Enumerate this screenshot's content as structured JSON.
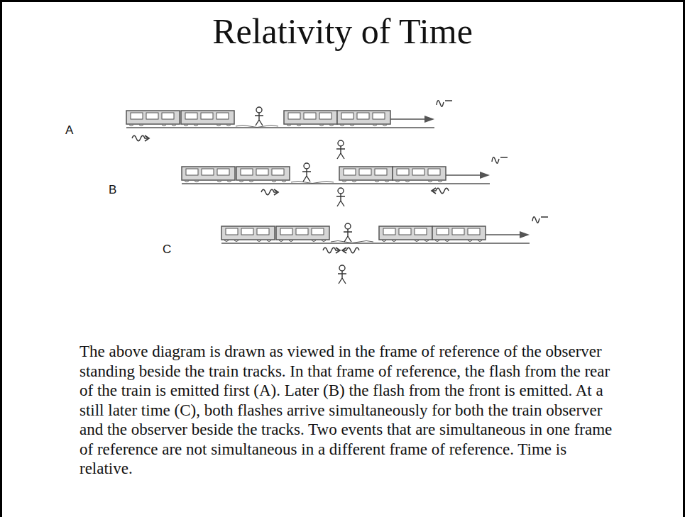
{
  "diagram": {
    "title": "Relativity of Time",
    "caption": "The above diagram is drawn as viewed in the frame of reference of the observer standing beside the train tracks. In that frame of reference, the flash from the rear of the train is emitted first (A). Later (B) the flash from the front is emitted. At a still later time (C), both flashes arrive simultaneously for both the train observer and the observer beside the tracks. Two events that are simultaneous in one frame of reference are not simultaneous in a different frame of reference. Time is relative.",
    "labels": [
      "A",
      "B",
      "C"
    ]
  }
}
